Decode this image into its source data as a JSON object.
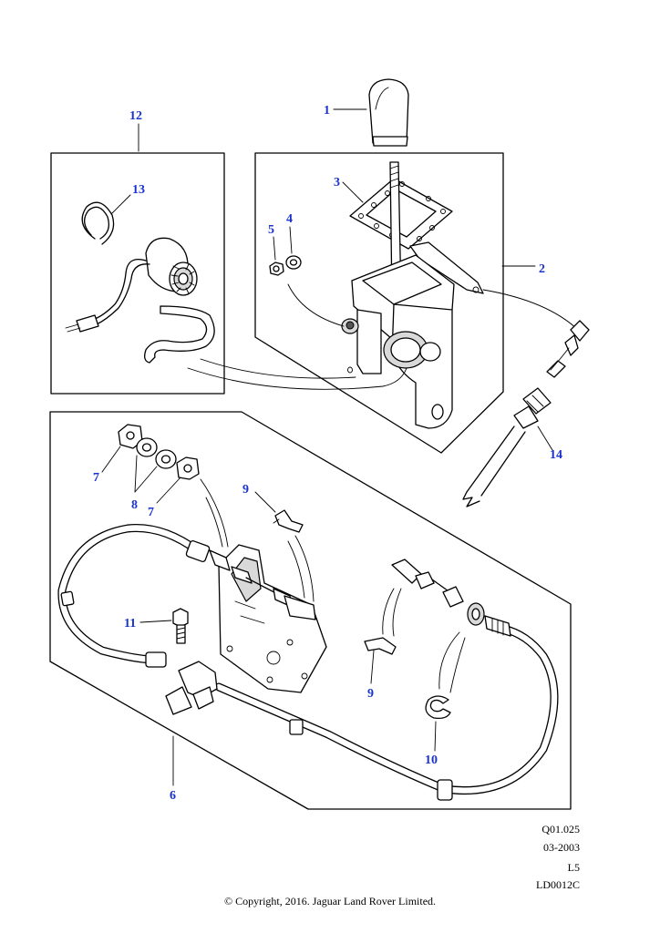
{
  "callouts": {
    "c1": "1",
    "c2": "2",
    "c3": "3",
    "c4": "4",
    "c5": "5",
    "c6": "6",
    "c7a": "7",
    "c7b": "7",
    "c8": "8",
    "c9a": "9",
    "c9b": "9",
    "c10": "10",
    "c11": "11",
    "c12": "12",
    "c13": "13",
    "c14": "14"
  },
  "reference": {
    "code": "Q01.025",
    "date": "03-2003",
    "level": "L5",
    "drawing": "LD0012C"
  },
  "copyright": "© Copyright, 2016. Jaguar Land Rover Limited.",
  "colors": {
    "callout": "#1a33cc",
    "line": "#000000",
    "background": "#ffffff"
  }
}
